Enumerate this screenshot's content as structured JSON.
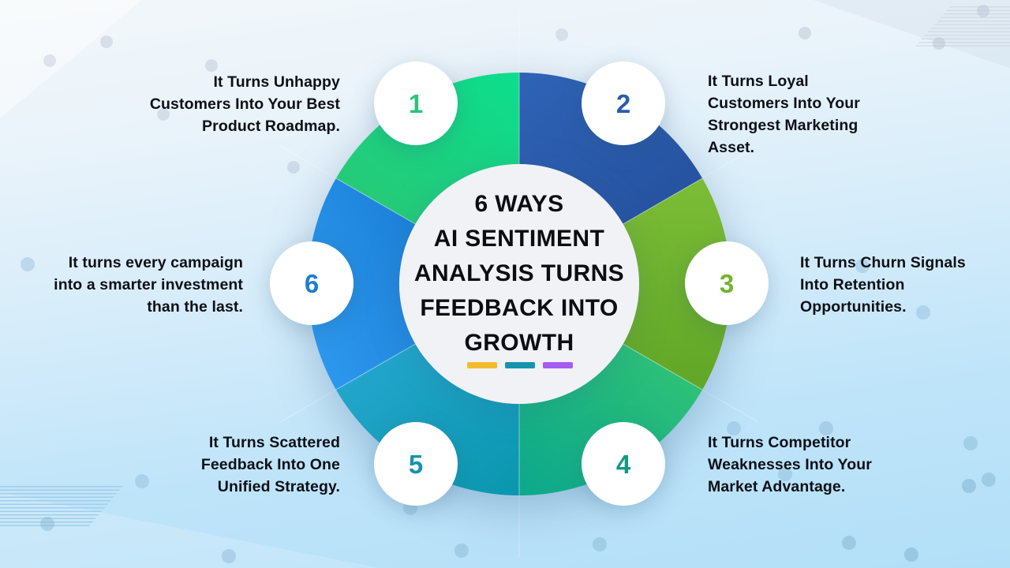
{
  "infographic": {
    "title_lines": [
      "6 WAYS",
      "AI SENTIMENT",
      "ANALYSIS TURNS",
      "FEEDBACK INTO",
      "GROWTH"
    ],
    "title_color": "#0b0d12",
    "underline_dashes": [
      {
        "name": "yellow-dash",
        "color": "#F4BB2F"
      },
      {
        "name": "teal-dash",
        "color": "#1794AD"
      },
      {
        "name": "purple-dash",
        "color": "#A55CF0"
      }
    ],
    "items": [
      {
        "number": "1",
        "number_color": "#2BC377",
        "segment_color_from": "#0CDE8D",
        "segment_color_to": "#2BC673",
        "lines": [
          "It Turns Unhappy",
          "Customers Into Your Best",
          "Product Roadmap."
        ]
      },
      {
        "number": "2",
        "number_color": "#2C5CA7",
        "segment_color_from": "#2F63B6",
        "segment_color_to": "#24509D",
        "lines": [
          "It Turns Loyal",
          "Customers Into Your",
          "Strongest Marketing",
          "Asset."
        ]
      },
      {
        "number": "3",
        "number_color": "#71B42E",
        "segment_color_from": "#7BBD36",
        "segment_color_to": "#61A626",
        "lines": [
          "It Turns Churn Signals",
          "Into Retention",
          "Opportunities."
        ]
      },
      {
        "number": "4",
        "number_color": "#129981",
        "segment_color_from": "#33C573",
        "segment_color_to": "#0BA88C",
        "lines": [
          "It Turns Competitor",
          "Weaknesses Into Your",
          "Market Advantage."
        ]
      },
      {
        "number": "5",
        "number_color": "#1694AC",
        "segment_color_from": "#27A8D1",
        "segment_color_to": "#0A96AE",
        "lines": [
          "It Turns Scattered",
          "Feedback Into One",
          "Unified Strategy."
        ]
      },
      {
        "number": "6",
        "number_color": "#1C7ED3",
        "segment_color_from": "#2F9BF0",
        "segment_color_to": "#1A7ED6",
        "lines": [
          "It turns every campaign",
          "into a smarter investment",
          "than the last."
        ]
      }
    ]
  }
}
